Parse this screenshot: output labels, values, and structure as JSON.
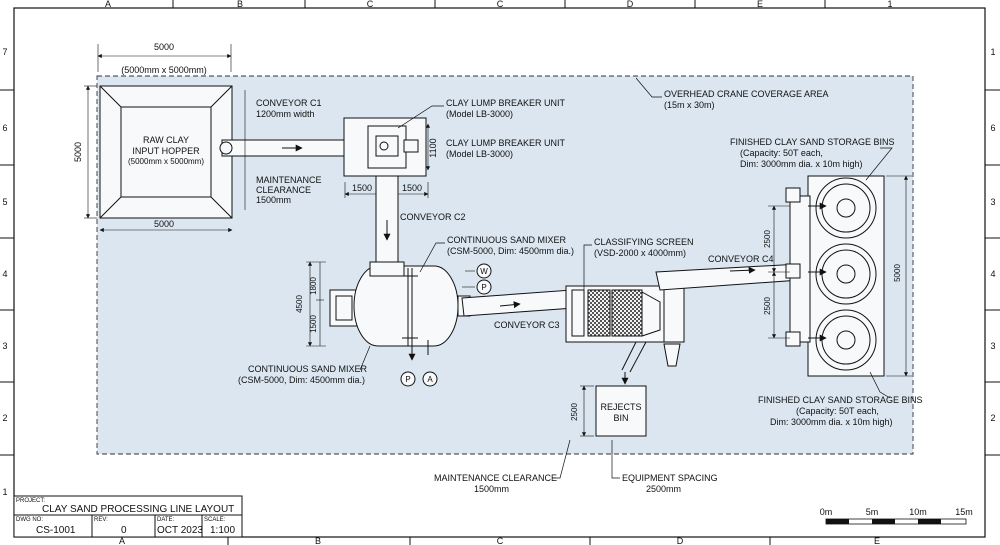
{
  "grid": {
    "top": [
      "A",
      "B",
      "C",
      "C",
      "D",
      "E",
      "1"
    ],
    "bottom": [
      "A",
      "B",
      "C",
      "D",
      "E"
    ],
    "left": [
      "7",
      "6",
      "5",
      "4",
      "3",
      "2",
      "1"
    ],
    "right": [
      "1",
      "6",
      "3",
      "4",
      "3",
      "2"
    ]
  },
  "area": {
    "crane": "OVERHEAD CRANE COVERAGE AREA",
    "crane_dim": "(15m x 30m)"
  },
  "hopper": {
    "title": "RAW CLAY",
    "subtitle": "INPUT HOPPER",
    "dim": "(5000mm x 5000mm)",
    "top_dim": "5000",
    "top_dim_note": "(5000mm x 5000mm)",
    "side_dim": "5000",
    "bottom_dim": "5000"
  },
  "conveyor_c1": {
    "name": "CONVEYOR C1",
    "width": "1200mm width"
  },
  "maintenance_top": {
    "title": "MAINTENANCE",
    "title2": "CLEARANCE",
    "value": "1500mm"
  },
  "breaker": {
    "label1": "CLAY LUMP BREAKER UNIT",
    "model1": "(Model LB-3000)",
    "label2": "CLAY LUMP BREAKER UNIT",
    "model2": "(Model LB-3000)",
    "dim_side": "1100",
    "dim_left": "1500",
    "dim_right": "1500"
  },
  "conveyor_c2": {
    "name": "CONVEYOR C2"
  },
  "mixer": {
    "label_top": "CONTINUOUS SAND MIXER",
    "spec_top": "(CSM-5000, Dim: 4500mm dia.)",
    "label_bottom": "CONTINUOUS SAND MIXER",
    "spec_bottom": "(CSM-5000, Dim: 4500mm dia.)",
    "dim_total": "4500",
    "dim_upper": "1800",
    "dim_lower": "1500",
    "tag_w": "W",
    "tag_p": "P",
    "tag_p2": "P",
    "tag_a": "A"
  },
  "conveyor_c3": {
    "name": "CONVEYOR C3"
  },
  "screen": {
    "label": "CLASSIFYING SCREEN",
    "spec": "(VSD-2000 x 4000mm)"
  },
  "conveyor_c4": {
    "name": "CONVEYOR C4"
  },
  "bins": {
    "label_top": "FINISHED CLAY SAND STORAGE BINS",
    "cap_top": "(Capacity: 50T each,",
    "dim_top": "Dim: 3000mm dia. x 10m high)",
    "label_bottom": "FINISHED CLAY SAND STORAGE BINS",
    "cap_bottom": "(Capacity: 50T each,",
    "dim_bottom": "Dim: 3000mm dia. x 10m high)",
    "dim_upper": "2500",
    "dim_lower": "2500",
    "dim_total": "5000"
  },
  "rejects": {
    "line1": "REJECTS",
    "line2": "BIN",
    "dim": "2500"
  },
  "notes": {
    "maintenance": "MAINTENANCE CLEARANCE",
    "maintenance_value": "1500mm",
    "spacing": "EQUIPMENT SPACING",
    "spacing_value": "2500mm"
  },
  "title_block": {
    "project_label": "PROJECT:",
    "project": "CLAY SAND PROCESSING LINE LAYOUT",
    "dwg_label": "DWG NO:",
    "dwg": "CS-1001",
    "rev_label": "REV:",
    "rev": "0",
    "date_label": "DATE:",
    "date": "OCT 2023",
    "scale_label": "SCALE:",
    "scale": "1:100"
  },
  "scale_bar": {
    "labels": [
      "0m",
      "5m",
      "10m",
      "15m"
    ]
  }
}
